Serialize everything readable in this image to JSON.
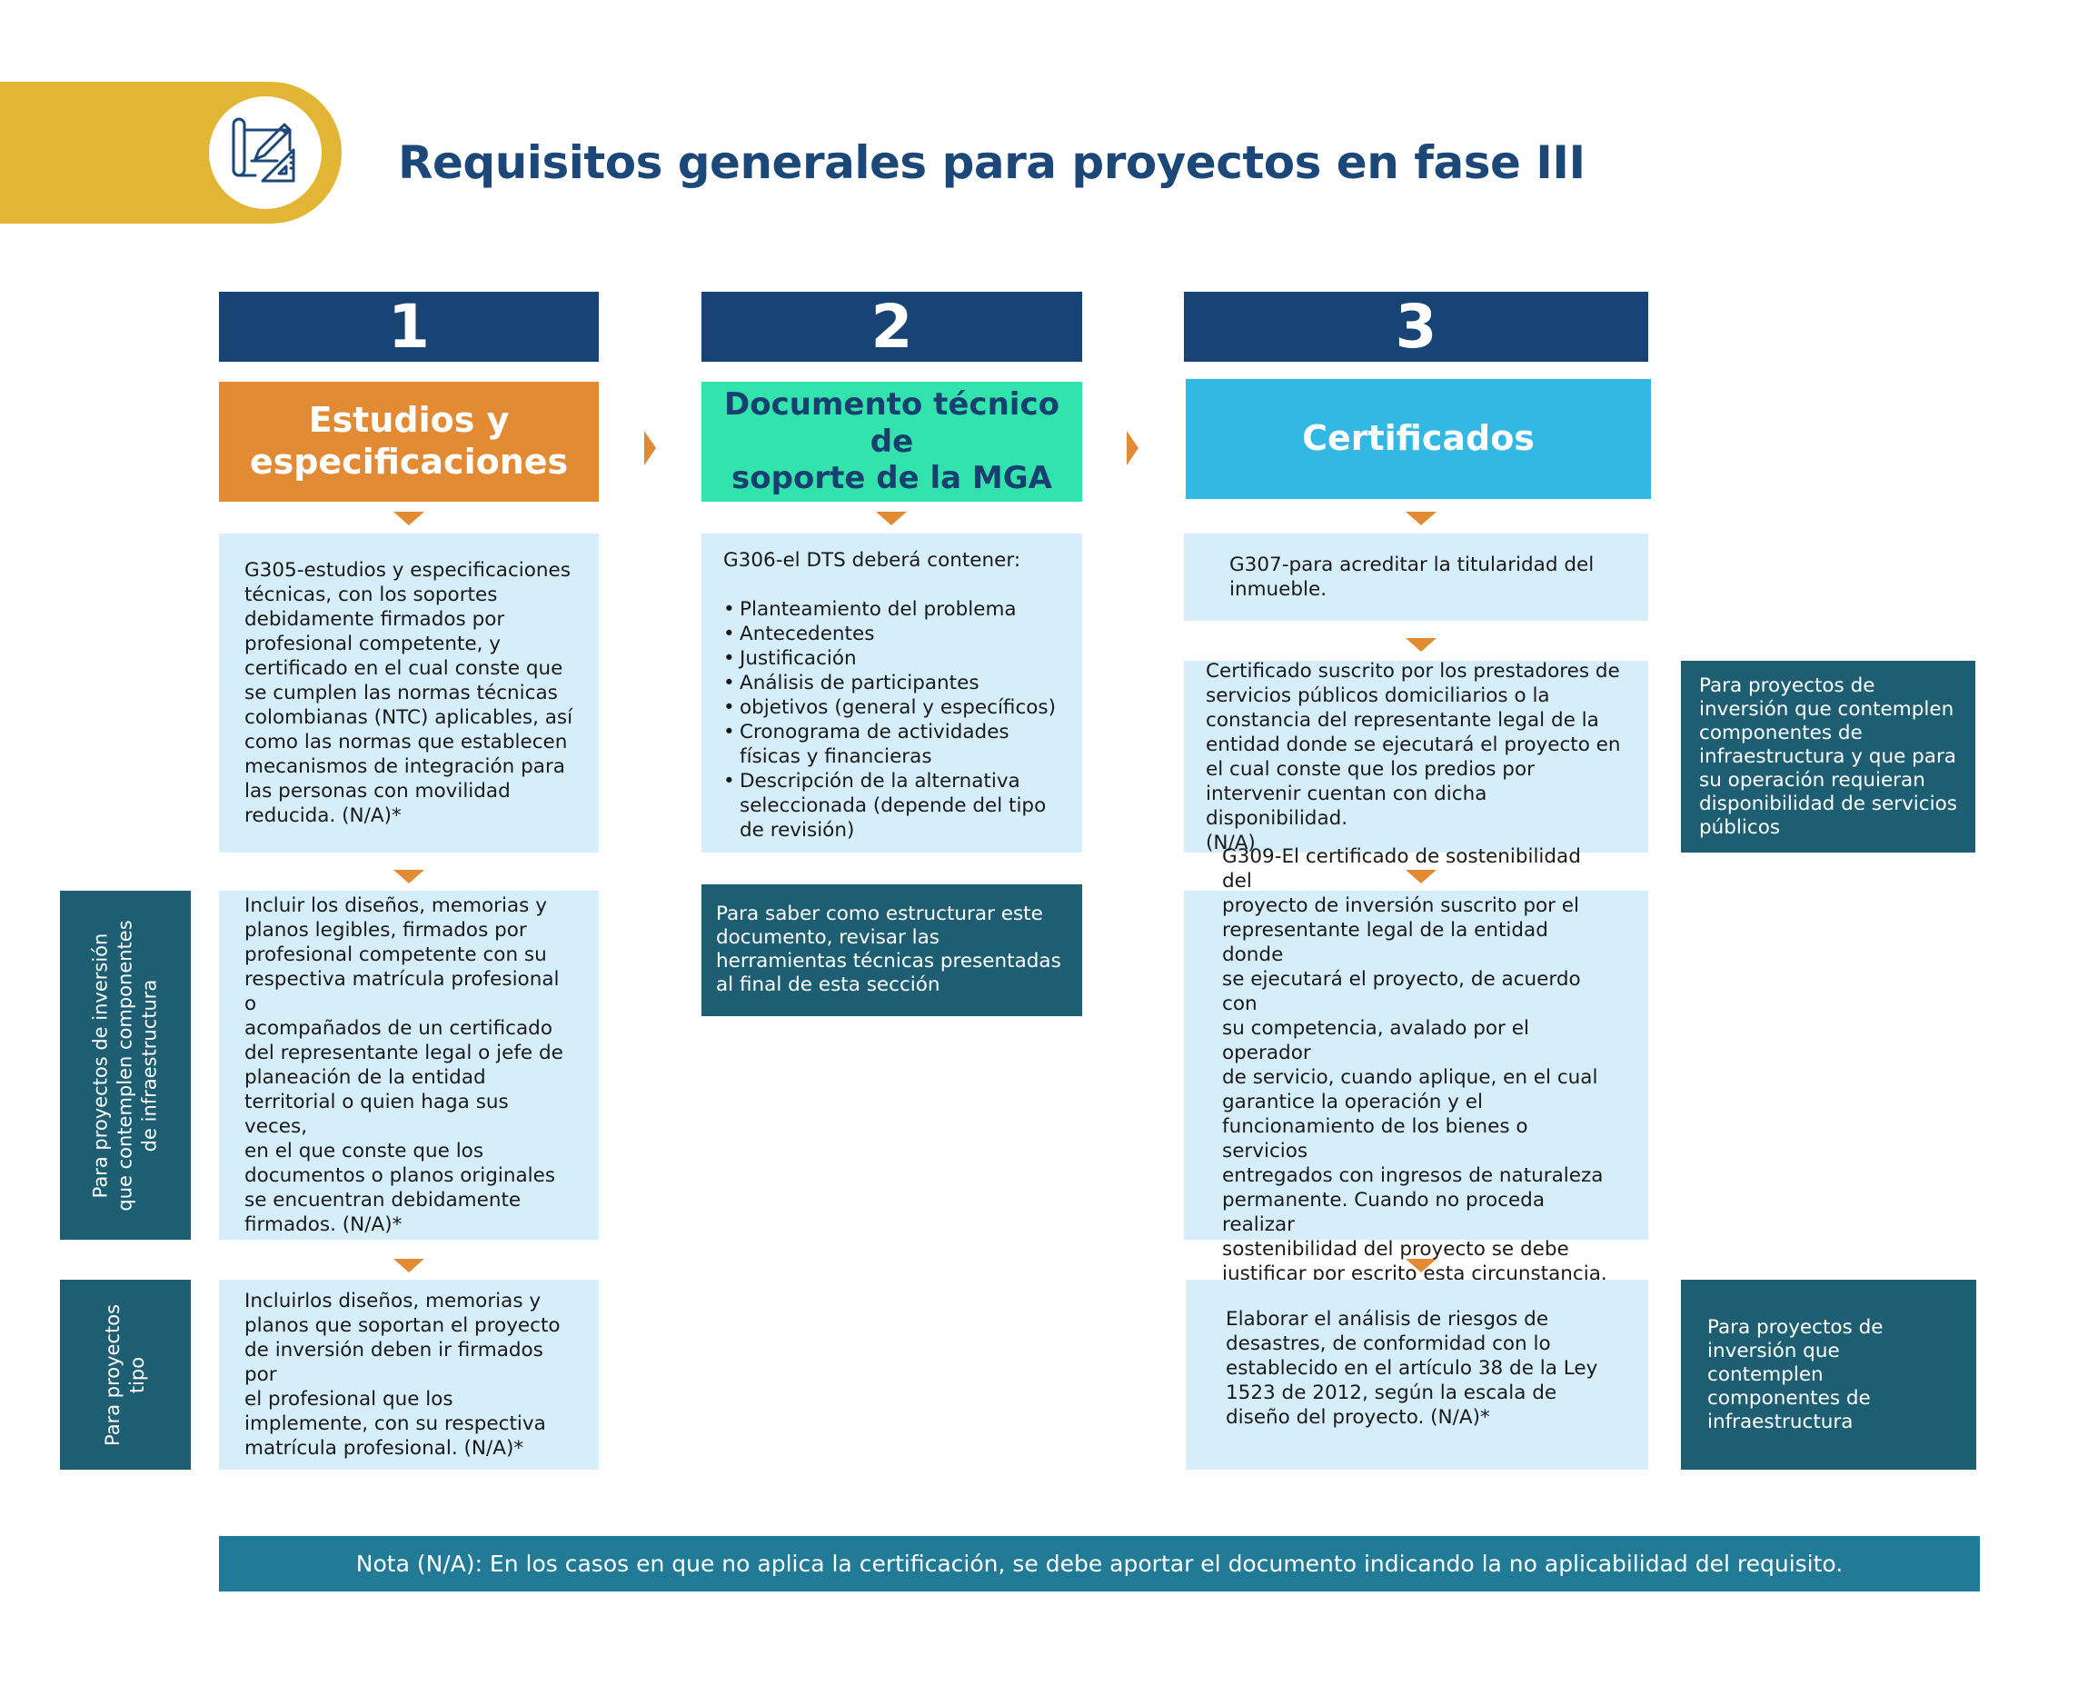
{
  "header": {
    "title": "Requisitos generales para proyectos en fase III",
    "icon": "blueprint-pencil-ruler-icon",
    "banner_color": "#e2b534"
  },
  "steps": [
    {
      "number": "1",
      "title": "Estudios y\nespecificaciones",
      "color": "#e38a35"
    },
    {
      "number": "2",
      "title": "Documento técnico de\nsoporte de la MGA",
      "color": "#33e3ad"
    },
    {
      "number": "3",
      "title": "Certificados",
      "color": "#33b8e3"
    }
  ],
  "column1": {
    "box1": "G305-estudios y especificaciones\ntécnicas, con los soportes\ndebidamente firmados por\nprofesional competente, y\ncertificado en el cual conste que\nse cumplen las normas técnicas\ncolombianas (NTC) aplicables, así\ncomo las normas que establecen\nmecanismos de integración para\nlas personas con movilidad\nreducida. (N/A)*",
    "box2": "Incluir los diseños, memorias y\nplanos legibles, firmados por\nprofesional competente con su\nrespectiva matrícula profesional o\nacompañados de un certificado\ndel representante legal o jefe de\nplaneación de la entidad\nterritorial o quien haga sus veces,\nen el que conste que los\ndocumentos o planos originales\nse encuentran debidamente\nfirmados.  (N/A)*",
    "box3": "Incluirlos diseños, memorias y\nplanos que soportan el proyecto\nde inversión deben ir firmados por\nel profesional que los\nimplemente, con su respectiva\nmatrícula profesional. (N/A)*"
  },
  "side_labels": {
    "infraestructura": "Para proyectos de inversión\nque contemplen componentes\nde infraestructura",
    "tipo": "Para proyectos\ntipo"
  },
  "column2": {
    "intro": "G306-el DTS deberá contener:",
    "items": [
      "Planteamiento del problema",
      "Antecedentes",
      "Justificación",
      "Análisis de participantes",
      "objetivos (general y específicos)",
      "Cronograma de actividades\nfísicas y financieras",
      "Descripción de la alternativa\nseleccionada (depende del tipo\nde revisión)"
    ],
    "note": "Para saber como estructurar este\ndocumento, revisar las\nherramientas técnicas presentadas\nal final de esta sección"
  },
  "column3": {
    "box1": "G307-para acreditar la titularidad del\ninmueble.",
    "box2": "Certificado suscrito por los prestadores de\nservicios públicos domiciliarios o la\nconstancia del representante legal de la\nentidad donde se ejecutará el proyecto en\nel cual conste que los predios por\nintervenir cuentan con dicha disponibilidad.\n(N/A)",
    "box3": "G309-El certificado de sostenibilidad del\nproyecto de inversión suscrito por el\nrepresentante legal de la entidad donde\nse ejecutará el proyecto, de acuerdo con\nsu competencia, avalado por el operador\nde servicio, cuando aplique, en el cual\ngarantice la operación y el\nfuncionamiento de los bienes o servicios\nentregados con ingresos de naturaleza\npermanente. Cuando no proceda realizar\nsostenibilidad del proyecto se debe\njustificar por escrito esta circunstancia.",
    "box4": "Elaborar el análisis de riesgos de\ndesastres, de conformidad con lo\nestablecido en el artículo 38 de la Ley\n1523 de 2012, según la escala de\ndiseño del proyecto. (N/A)*"
  },
  "right_notes": {
    "note1": "Para proyectos de\ninversión que contemplen\ncomponentes de\ninfraestructura y que para\nsu operación requieran\ndisponibilidad de servicios\npúblicos",
    "note2": "Para proyectos de\ninversión que\ncontemplen\ncomponentes de\ninfraestructura"
  },
  "footer": {
    "note": "Nota (N/A): En los casos en que no aplica la certificación, se debe aportar el documento indicando la no aplicabilidad del requisito."
  }
}
